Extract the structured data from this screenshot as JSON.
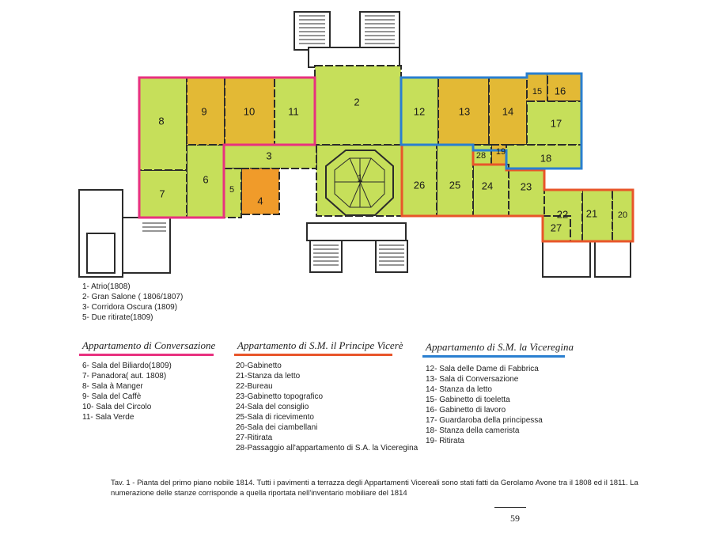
{
  "colors": {
    "room_green": "#c6df5a",
    "room_yellow": "#e3b935",
    "room_orange": "#f09b2a",
    "conversazione": "#e8317f",
    "principe": "#e8552a",
    "viceregina": "#2a7fd0",
    "walls": "#2b2b2b"
  },
  "rooms": [
    {
      "id": "1",
      "label": "1",
      "color": "room_green"
    },
    {
      "id": "2",
      "label": "2",
      "color": "room_green"
    },
    {
      "id": "3",
      "label": "3",
      "color": "room_green"
    },
    {
      "id": "4",
      "label": "4",
      "color": "room_orange"
    },
    {
      "id": "5",
      "label": "5",
      "color": "room_green"
    },
    {
      "id": "6",
      "label": "6",
      "color": "room_green"
    },
    {
      "id": "7",
      "label": "7",
      "color": "room_green"
    },
    {
      "id": "8",
      "label": "8",
      "color": "room_green"
    },
    {
      "id": "9",
      "label": "9",
      "color": "room_yellow"
    },
    {
      "id": "10",
      "label": "10",
      "color": "room_yellow"
    },
    {
      "id": "11",
      "label": "11",
      "color": "room_green"
    },
    {
      "id": "12",
      "label": "12",
      "color": "room_green"
    },
    {
      "id": "13",
      "label": "13",
      "color": "room_yellow"
    },
    {
      "id": "14",
      "label": "14",
      "color": "room_yellow"
    },
    {
      "id": "15",
      "label": "15",
      "color": "room_yellow"
    },
    {
      "id": "16",
      "label": "16",
      "color": "room_yellow"
    },
    {
      "id": "17",
      "label": "17",
      "color": "room_green"
    },
    {
      "id": "18",
      "label": "18",
      "color": "room_green"
    },
    {
      "id": "19",
      "label": "19",
      "color": "room_yellow"
    },
    {
      "id": "20",
      "label": "20",
      "color": "room_green"
    },
    {
      "id": "21",
      "label": "21",
      "color": "room_green"
    },
    {
      "id": "22",
      "label": "22",
      "color": "room_green"
    },
    {
      "id": "23",
      "label": "23",
      "color": "room_green"
    },
    {
      "id": "24",
      "label": "24",
      "color": "room_green"
    },
    {
      "id": "25",
      "label": "25",
      "color": "room_green"
    },
    {
      "id": "26",
      "label": "26",
      "color": "room_green"
    },
    {
      "id": "27",
      "label": "27",
      "color": "room_green"
    },
    {
      "id": "28",
      "label": "28",
      "color": "room_green"
    }
  ],
  "general_list": [
    "1- Atrio(1808)",
    "2- Gran Salone ( 1806/1807)",
    "3- Corridora Oscura (1809)",
    "5- Due ritirate(1809)"
  ],
  "conversazione": {
    "title": "Appartamento di Conversazione",
    "items": [
      "6- Sala del Biliardo(1809)",
      "7- Panadora( aut. 1808)",
      "8- Sala à Manger",
      "9- Sala del Caffè",
      "10- Sala del Circolo",
      "11- Sala Verde"
    ]
  },
  "principe": {
    "title": "Appartamento di S.M. il Principe Vicerè",
    "items": [
      "20-Gabinetto",
      "21-Stanza da letto",
      "22-Bureau",
      "23-Gabinetto topografico",
      "24-Sala del consiglio",
      "25-Sala di ricevimento",
      "26-Sala dei ciambellani",
      "27-Ritirata",
      "28-Passaggio all'appartamento di S.A. la Viceregina"
    ]
  },
  "viceregina": {
    "title": "Appartamento di S.M. la Viceregina",
    "items": [
      "12-  Sala delle Dame di Fabbrica",
      "13- Sala di Conversazione",
      "14-  Stanza da letto",
      "15- Gabinetto di toeletta",
      "16- Gabinetto di lavoro",
      "17-  Guardaroba della principessa",
      "18- Stanza della camerista",
      "19- Ritirata"
    ]
  },
  "caption": "Tav. 1 - Pianta del primo piano nobile 1814. Tutti i pavimenti a terrazza degli Appartamenti Vicereali sono stati fatti da Gerolamo Avone tra il 1808 ed il 1811. La numerazione delle stanze corrisponde a quella riportata nell'inventario mobiliare del 1814",
  "page_number": "59"
}
